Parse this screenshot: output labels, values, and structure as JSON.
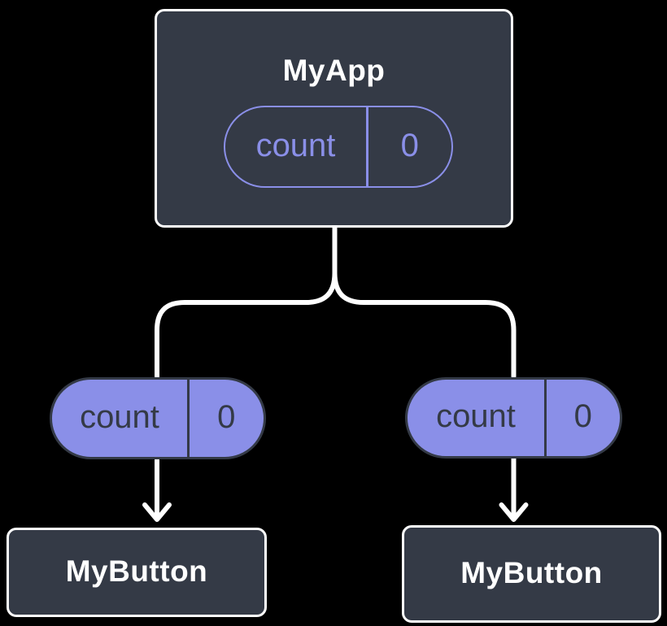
{
  "colors": {
    "background": "#000000",
    "node_fill": "#343a46",
    "node_border": "#ffffff",
    "accent": "#8a8fe8",
    "accent_text_dark": "#343a46",
    "title_text": "#ffffff",
    "connector": "#ffffff"
  },
  "tree": {
    "root": {
      "label": "MyApp",
      "state_pill": {
        "name": "count",
        "value": "0"
      }
    },
    "prop_pills": [
      {
        "name": "count",
        "value": "0"
      },
      {
        "name": "count",
        "value": "0"
      }
    ],
    "children": [
      {
        "label": "MyButton"
      },
      {
        "label": "MyButton"
      }
    ]
  }
}
